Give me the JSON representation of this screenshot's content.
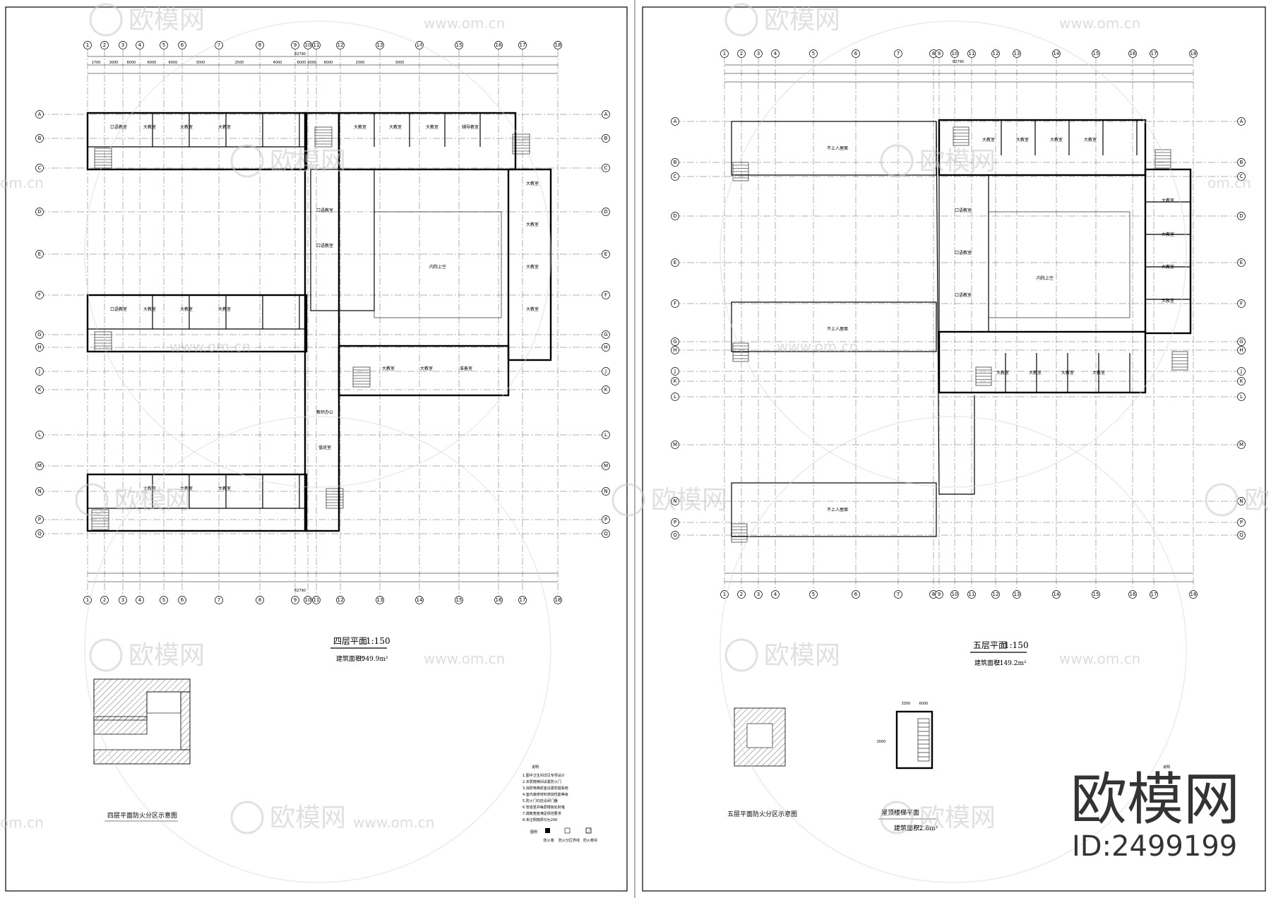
{
  "left_sheet": {
    "plan_title": "四层平面",
    "plan_scale": "1:150",
    "area_label": "建筑面积：",
    "area_value": "3949.9m²",
    "fire_zone_title": "四层平面防火分区示意图",
    "top_dimension": "82790",
    "bottom_dimension": "82790",
    "column_bubbles": [
      "1",
      "2",
      "3",
      "4",
      "5",
      "6",
      "7",
      "8",
      "9",
      "10",
      "11",
      "12",
      "13",
      "14",
      "15",
      "16",
      "17",
      "18"
    ],
    "row_bubbles": [
      "A",
      "B",
      "C",
      "D",
      "E",
      "F",
      "G",
      "H",
      "J",
      "K",
      "L",
      "M",
      "N",
      "P",
      "Q"
    ],
    "top_bays": [
      "1700",
      "3000",
      "6000",
      "6000",
      "6000",
      "3000",
      "2500",
      "4000",
      "6000",
      "6000",
      "6000",
      "2000",
      "3000"
    ],
    "rooms": {
      "large_classroom": "大教室",
      "class_room": "口语教室",
      "office": "值班室",
      "atrium": "内院上空",
      "teacher_office": "教师办公",
      "accessory_room": "辅导教室",
      "prep_room": "准备室"
    },
    "legend_title": "说明",
    "legend_lines": [
      "1.图中卫生间详见专项设计",
      "2.本层楼梯间设置防火门",
      "3.消防电梯前室设置防烟系统",
      "4.室内装修材料燃烧性能等级",
      "5.防火门均应设闭门器",
      "6.管道竖井每层楼板处封堵",
      "7.疏散宽度满足规范要求",
      "8.未注明墙厚均为200"
    ],
    "legend_items": [
      "防火墙",
      "防火分区界线",
      "防火卷帘"
    ]
  },
  "right_sheet": {
    "plan_title": "五层平面",
    "plan_scale": "1:150",
    "area_label": "建筑面积：",
    "area_value": "2149.2m²",
    "fire_zone_title": "五层平面防火分区示意图",
    "stair_plan_title": "屋顶楼梯平面",
    "stair_area_label": "建筑面积：",
    "stair_area_value": "72.8m²",
    "stair_dims": [
      "3300",
      "6000"
    ],
    "stair_height": "3000",
    "top_dimension": "82790",
    "roof_label": "不上人屋面",
    "atrium": "内院上空",
    "legend_title": "说明"
  },
  "watermark": {
    "brand": "欧模网",
    "url": "www.om.cn",
    "side_url": "om.cn"
  },
  "logo": {
    "text": "欧模网",
    "id_label": "ID:2499199"
  }
}
